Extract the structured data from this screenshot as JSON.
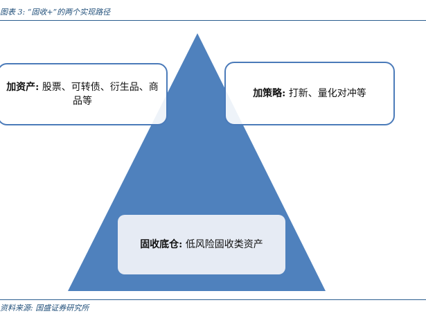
{
  "caption": "图表 3: “固收+”的两个实现路径",
  "colors": {
    "pyramid_fill": "#4f81bd",
    "box_border": "#4a7ab9",
    "header_line": "#2a5d8f"
  },
  "boxes": {
    "left": {
      "title": "加资产:",
      "text": "股票、可转债、衍生品、商品等"
    },
    "right": {
      "title": "加策略:",
      "text": "打新、量化对冲等"
    },
    "bottom": {
      "title": "固收底仓:",
      "text": "低风险固收类资产"
    }
  },
  "source": "资料来源: 国盛证券研究所"
}
